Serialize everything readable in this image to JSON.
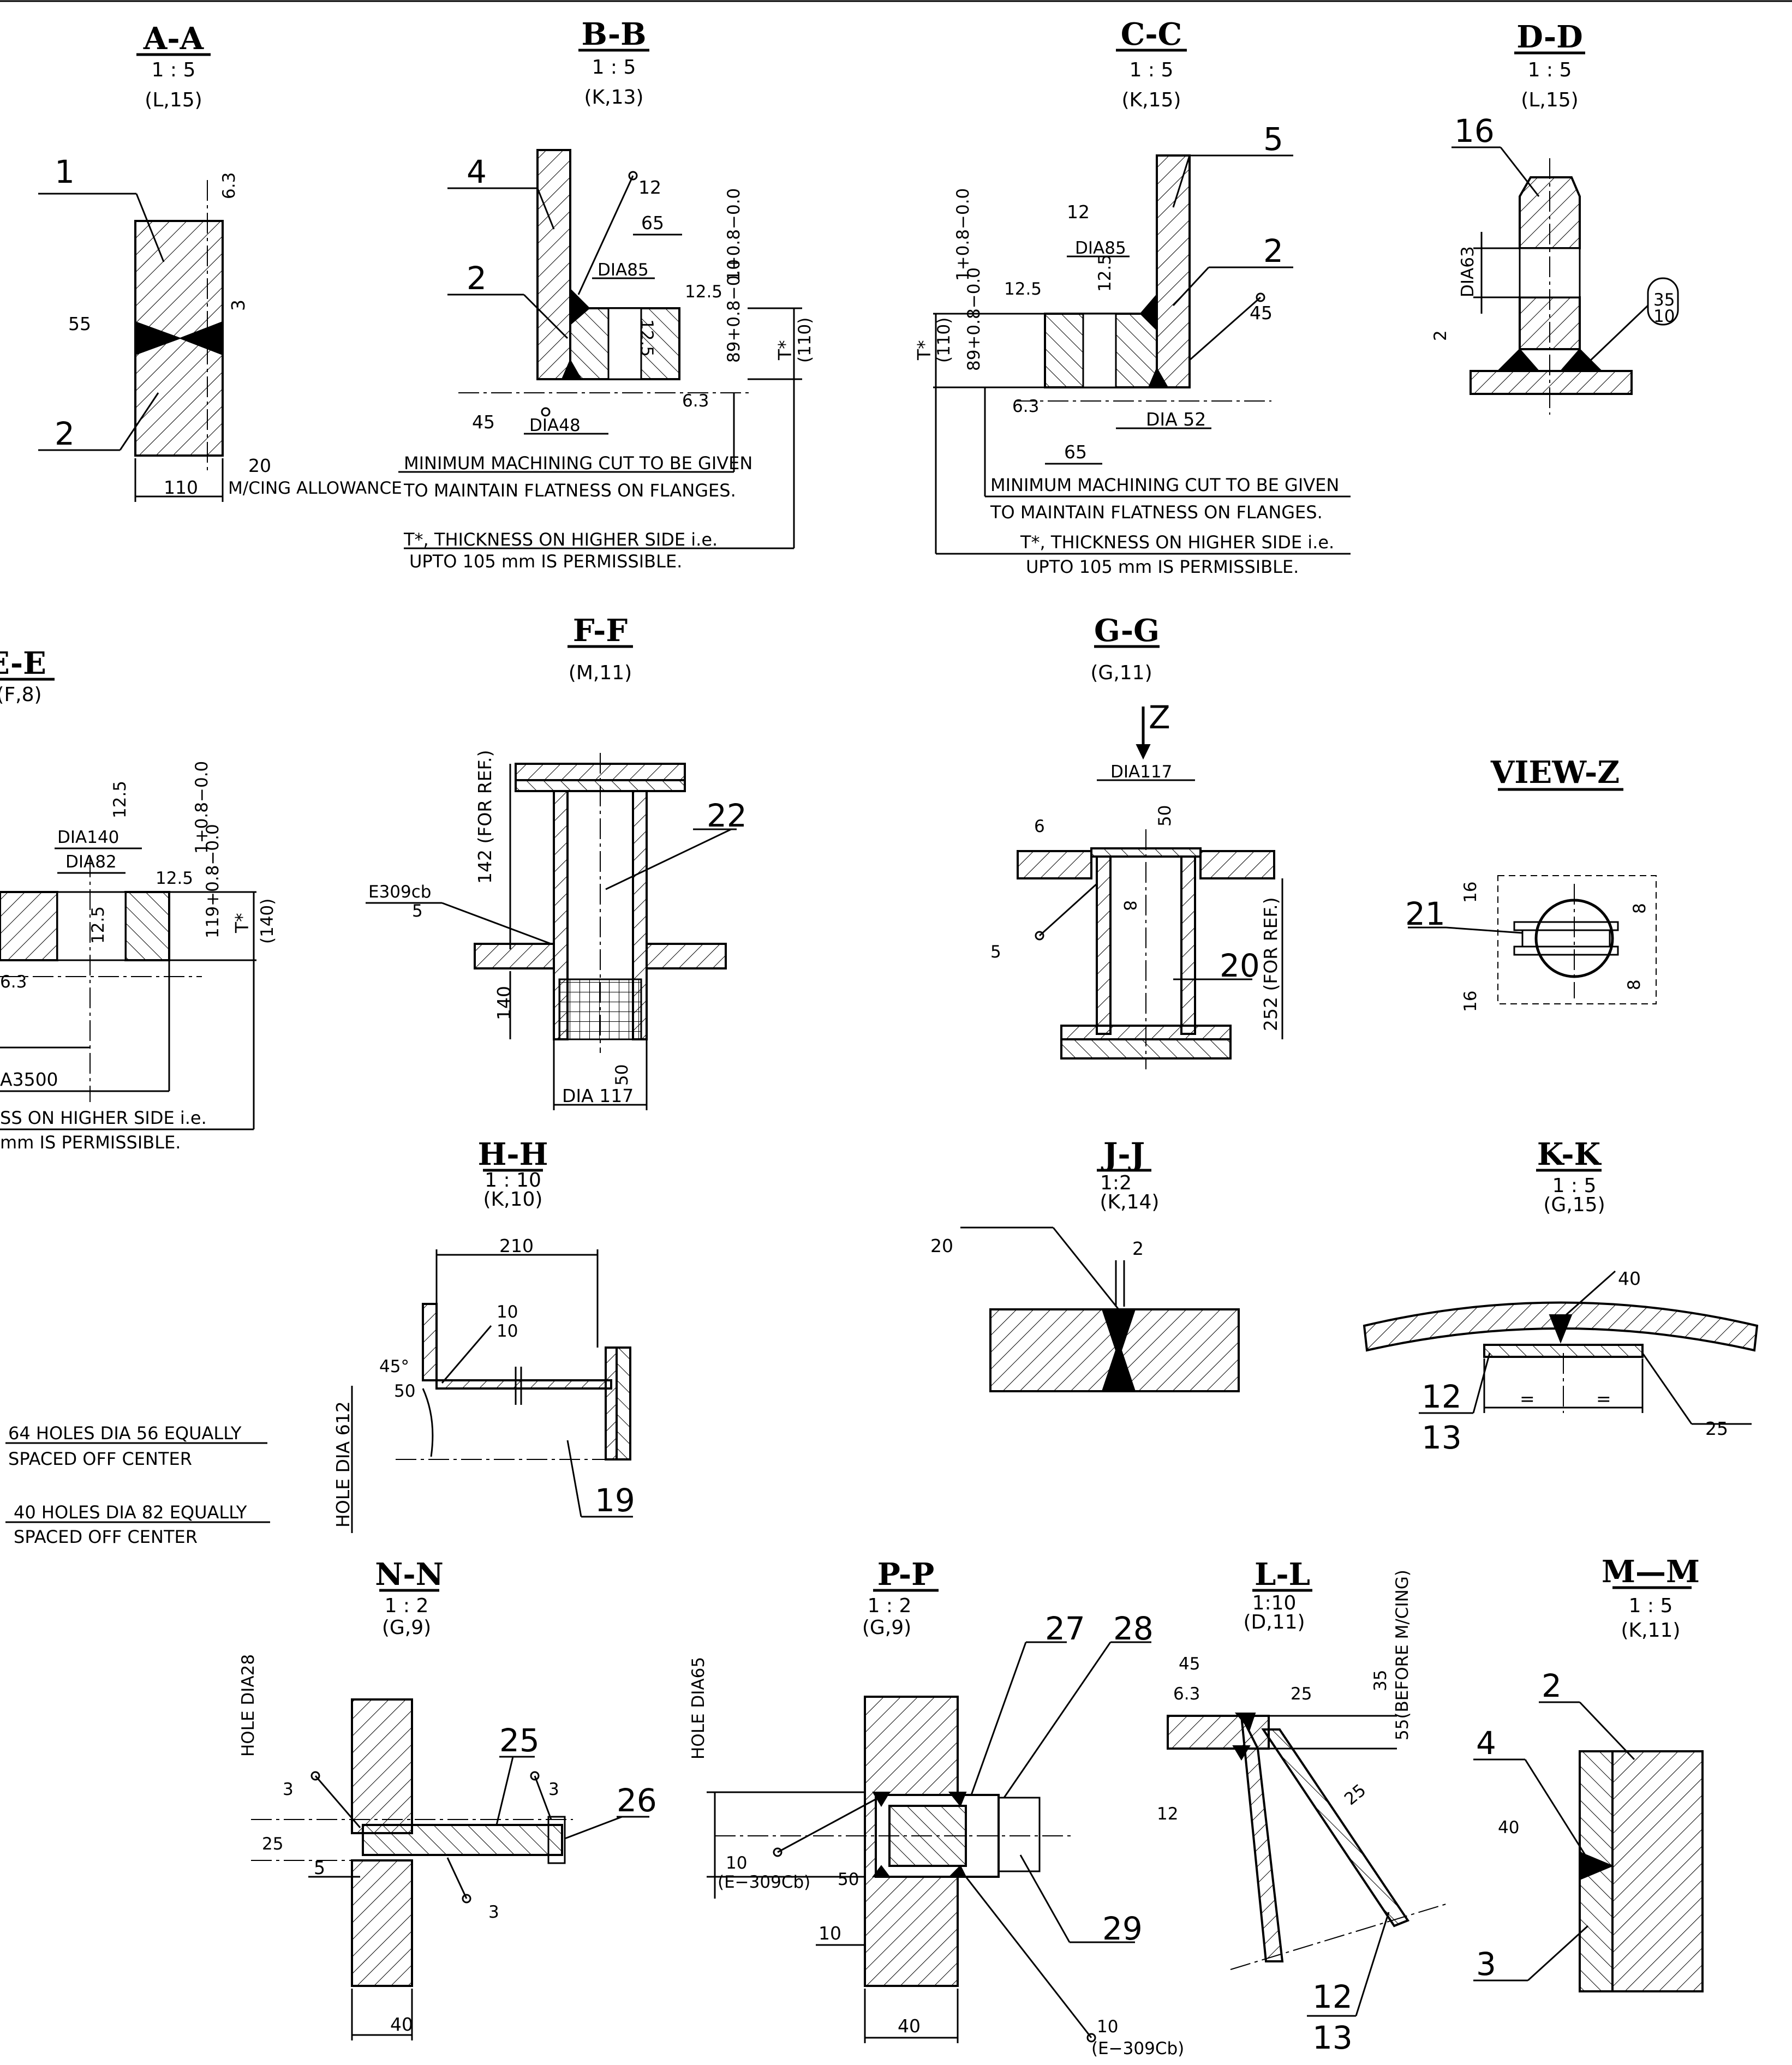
{
  "sections": {
    "aa": {
      "title": "A-A",
      "scale": "1 : 5",
      "ref": "(L,15)",
      "balloons": [
        "1",
        "2"
      ],
      "dims": [
        "6.3",
        "55",
        "3",
        "20",
        "110",
        "M/CING ALLOWANCE"
      ]
    },
    "bb": {
      "title": "B-B",
      "scale": "1 : 5",
      "ref": "(K,13)",
      "balloons": [
        "4",
        "2"
      ],
      "dims": [
        "12",
        "65",
        "DIA85",
        "12.5",
        "1+0.8−0.0",
        "89+0.8−0.0",
        "T*",
        "(110)",
        "12.5",
        "6.3",
        "45",
        "DIA48"
      ],
      "notes": [
        "MINIMUM MACHINING CUT TO BE GIVEN",
        "TO MAINTAIN FLATNESS ON FLANGES.",
        "T*, THICKNESS ON HIGHER SIDE i.e.",
        "UPTO 105 mm IS PERMISSIBLE."
      ]
    },
    "cc": {
      "title": "C-C",
      "scale": "1 : 5",
      "ref": "(K,15)",
      "balloons": [
        "5",
        "2"
      ],
      "dims": [
        "12",
        "DIA85",
        "12.5",
        "12.5",
        "1+0.8−0.0",
        "89+0.8−0.0",
        "T*",
        "(110)",
        "45",
        "6.3",
        "DIA 52",
        "65"
      ],
      "notes": [
        "MINIMUM MACHINING CUT TO BE GIVEN",
        "TO MAINTAIN FLATNESS ON FLANGES.",
        "T*, THICKNESS ON HIGHER SIDE i.e.",
        "UPTO 105 mm IS PERMISSIBLE."
      ]
    },
    "dd": {
      "title": "D-D",
      "scale": "1 : 5",
      "ref": "(L,15)",
      "balloons": [
        "16"
      ],
      "dims": [
        "DIA63",
        "2",
        "35",
        "10"
      ]
    },
    "ee": {
      "title": "E-E",
      "ref": "(F,8)",
      "dims": [
        "12.5",
        "DIA140",
        "DIA82",
        "12.5",
        "1+0.8−0.0",
        "119+0.8−0.0",
        "T*",
        "(140)",
        "12.5",
        "6.3",
        "A3500"
      ],
      "notes": [
        "SS ON HIGHER SIDE i.e.",
        "mm IS PERMISSIBLE."
      ]
    },
    "ff": {
      "title": "F-F",
      "ref": "(M,11)",
      "balloons": [
        "22"
      ],
      "dims": [
        "142 (FOR REF.)",
        "E309cb",
        "5",
        "140",
        "50",
        "DIA 117"
      ]
    },
    "gg": {
      "title": "G-G",
      "ref": "(G,11)",
      "balloons": [
        "20"
      ],
      "dims": [
        "Z",
        "DIA117",
        "6",
        "50",
        "8",
        "5",
        "252 (FOR REF.)"
      ]
    },
    "vz": {
      "title": "VIEW-Z",
      "balloons": [
        "21"
      ],
      "dims": [
        "16",
        "8",
        "16",
        "8"
      ]
    },
    "hh": {
      "title": "H-H",
      "scale": "1 : 10",
      "ref": "(K,10)",
      "balloons": [
        "19"
      ],
      "dims": [
        "210",
        "10",
        "10",
        "45°",
        "50",
        "HOLE DIA 612"
      ]
    },
    "jj": {
      "title": "J-J",
      "scale": "1:2",
      "ref": "(K,14)",
      "dims": [
        "20",
        "2"
      ]
    },
    "kk": {
      "title": "K-K",
      "scale": "1 : 5",
      "ref": "(G,15)",
      "balloons": [
        "12",
        "13"
      ],
      "dims": [
        "40",
        "=",
        "=",
        "25"
      ]
    },
    "holes": [
      "64 HOLES DIA 56 EQUALLY",
      "SPACED OFF CENTER",
      "40 HOLES DIA 82 EQUALLY",
      "SPACED OFF CENTER"
    ],
    "nn": {
      "title": "N-N",
      "scale": "1 : 2",
      "ref": "(G,9)",
      "balloons": [
        "25",
        "26"
      ],
      "dims": [
        "HOLE DIA28",
        "3",
        "3",
        "25",
        "5",
        "3",
        "40"
      ]
    },
    "pp": {
      "title": "P-P",
      "scale": "1 : 2",
      "ref": "(G,9)",
      "balloons": [
        "27",
        "28",
        "29"
      ],
      "dims": [
        "HOLE DIA65",
        "10",
        "(E−309Cb)",
        "50",
        "10",
        "40",
        "10",
        "(E−309Cb)"
      ]
    },
    "ll": {
      "title": "L-L",
      "scale": "1:10",
      "ref": "(D,11)",
      "balloons": [
        "12",
        "13"
      ],
      "dims": [
        "45",
        "6.3",
        "25",
        "35",
        "55(BEFORE M/CING)",
        "12",
        "25"
      ]
    },
    "mm": {
      "title": "M—M",
      "scale": "1 : 5",
      "ref": "(K,11)",
      "balloons": [
        "2",
        "4",
        "3"
      ],
      "dims": [
        "40"
      ]
    }
  }
}
